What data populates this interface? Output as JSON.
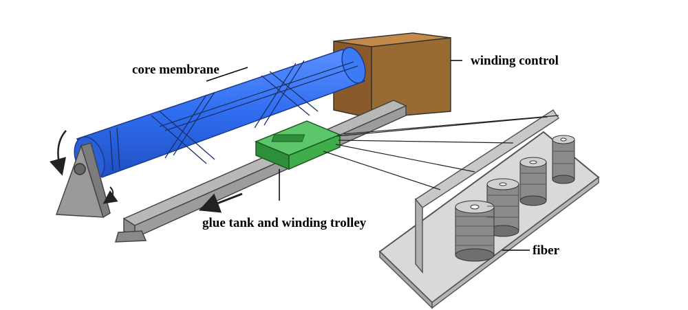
{
  "labels": {
    "core_membrane": "core membrane",
    "winding_control": "winding control",
    "trolley": "glue tank and winding trolley",
    "fiber": "fiber"
  },
  "colors": {
    "membrane": "#2f6df0",
    "control_box": "#9a6a33",
    "trolley": "#3fae4a",
    "stand": "#9a9a9a",
    "fiber_spool": "#8a8a8a"
  },
  "icons": [
    "rotation-arrow-icon",
    "direction-arrow-icon"
  ]
}
